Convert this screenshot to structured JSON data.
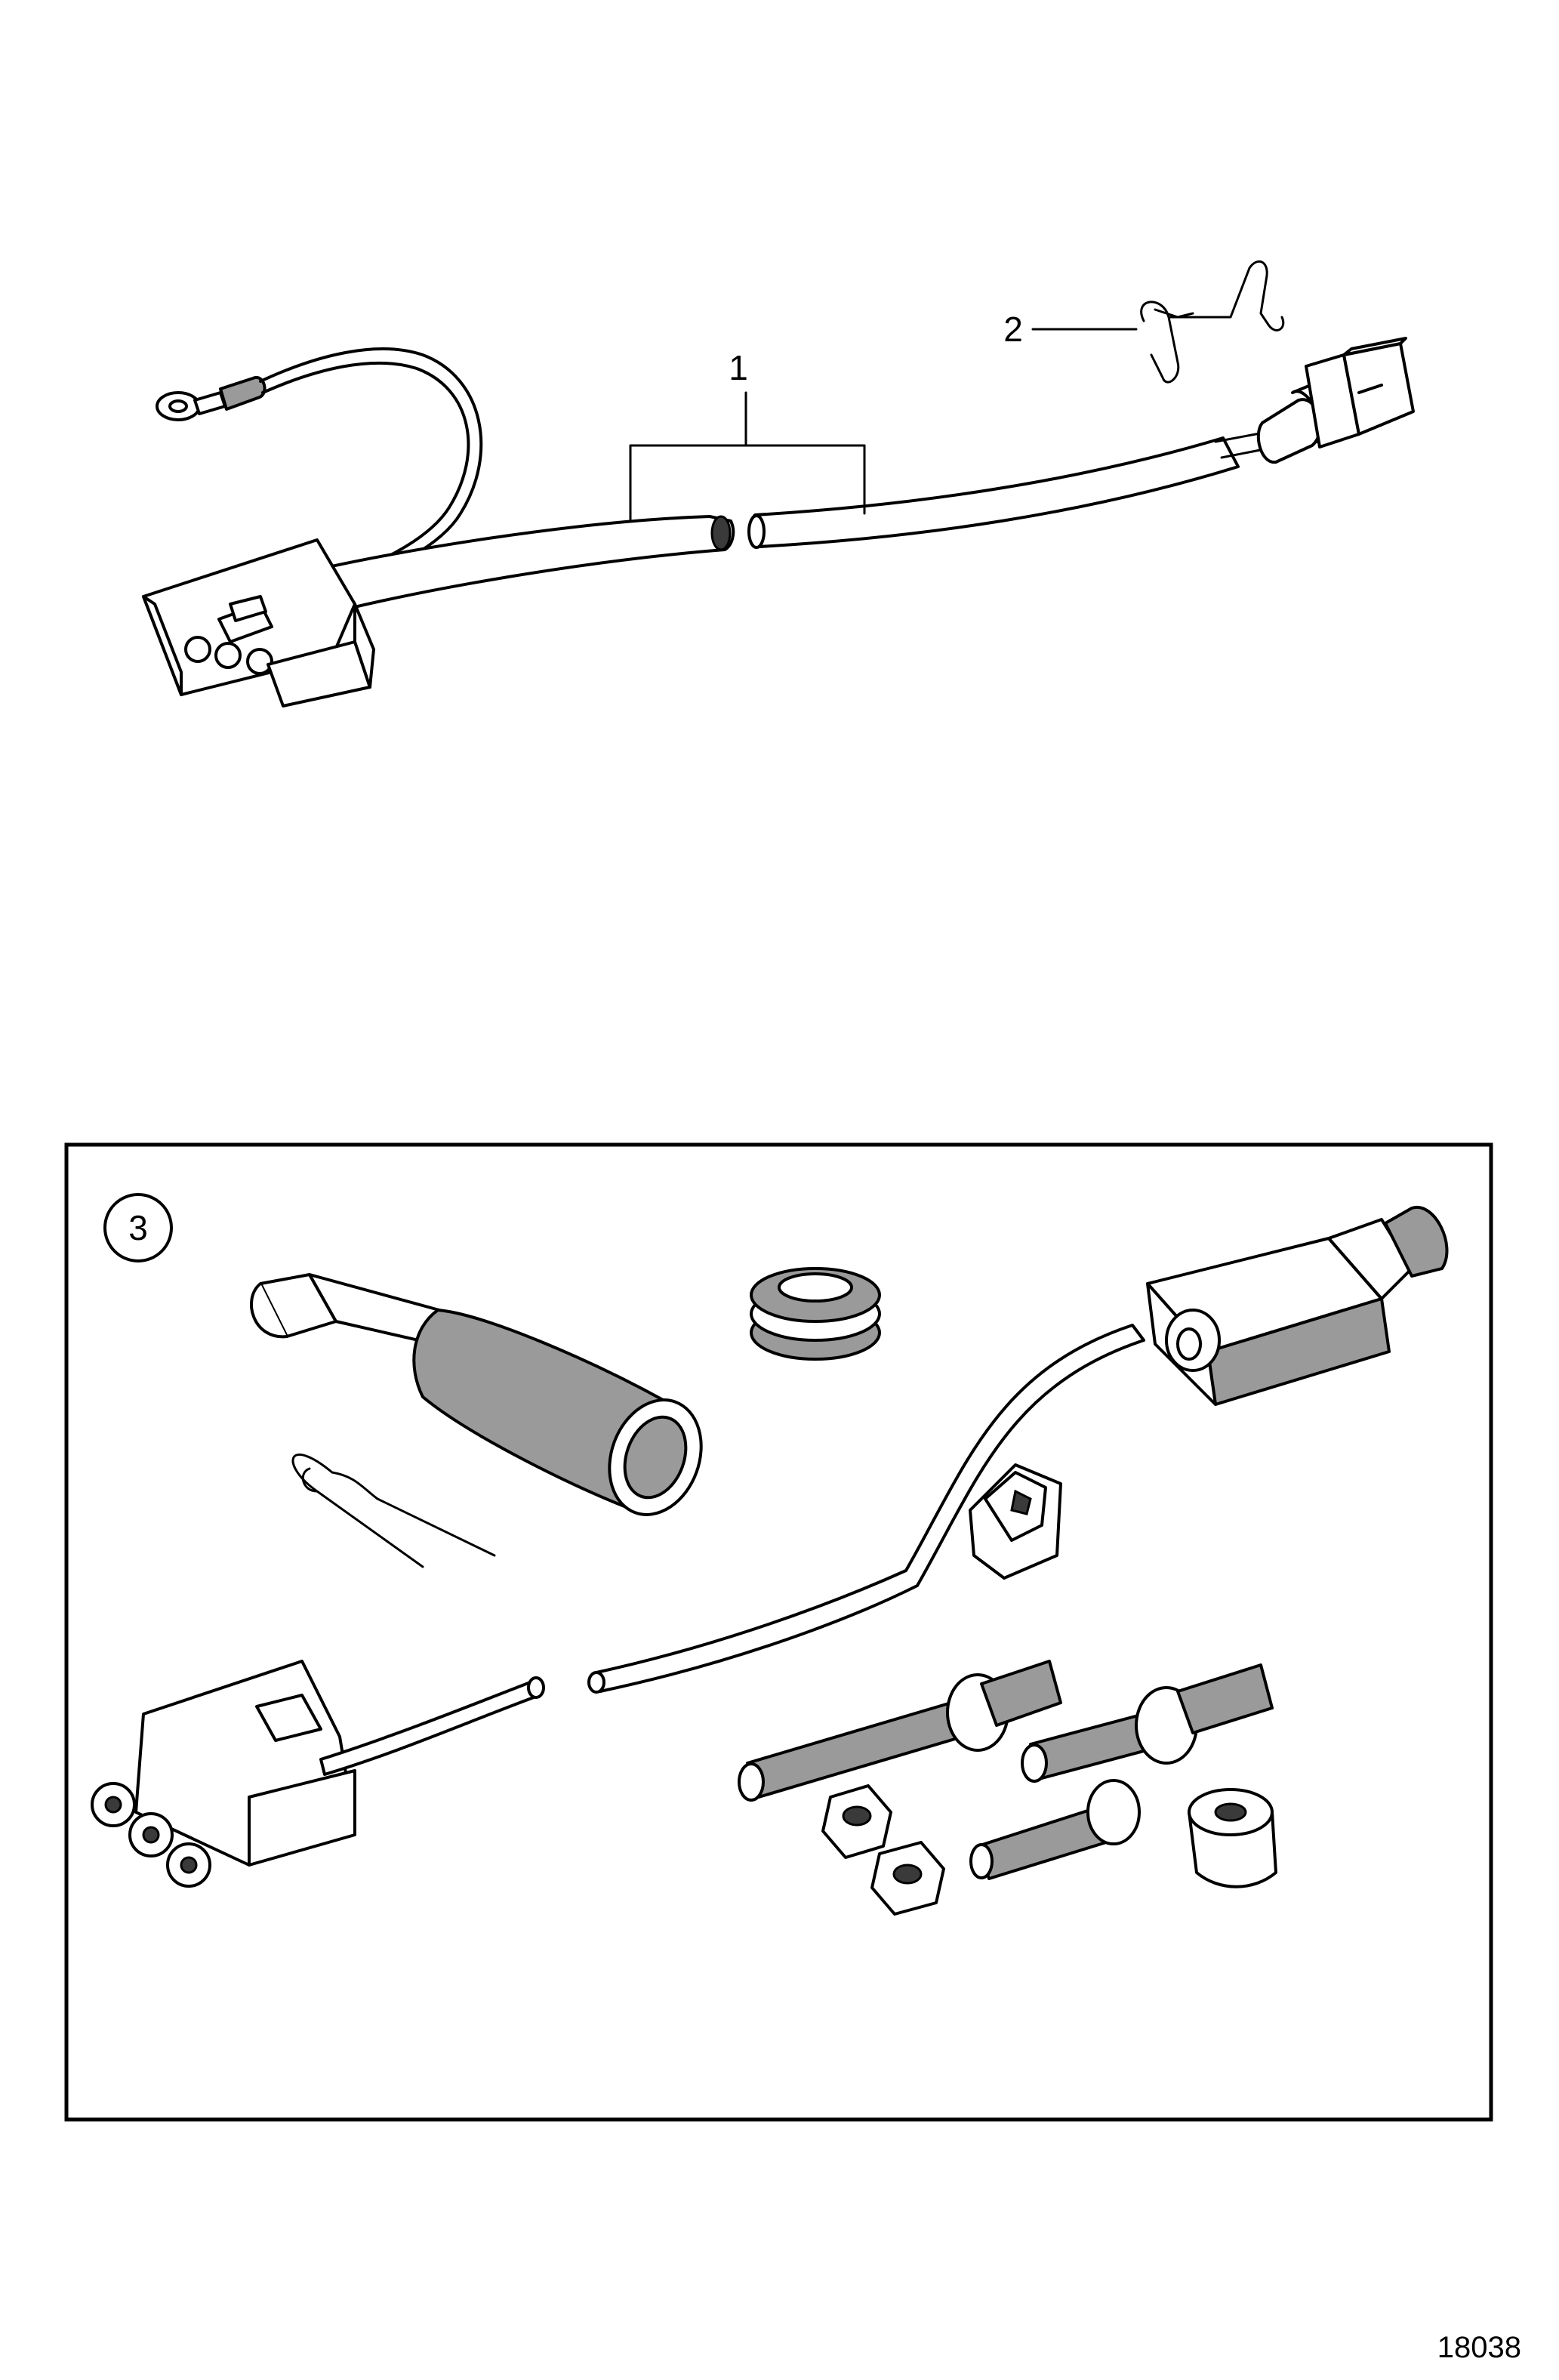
{
  "callouts": {
    "item_1": "1",
    "item_2": "2",
    "item_3": "3"
  },
  "figure_number": "18038"
}
